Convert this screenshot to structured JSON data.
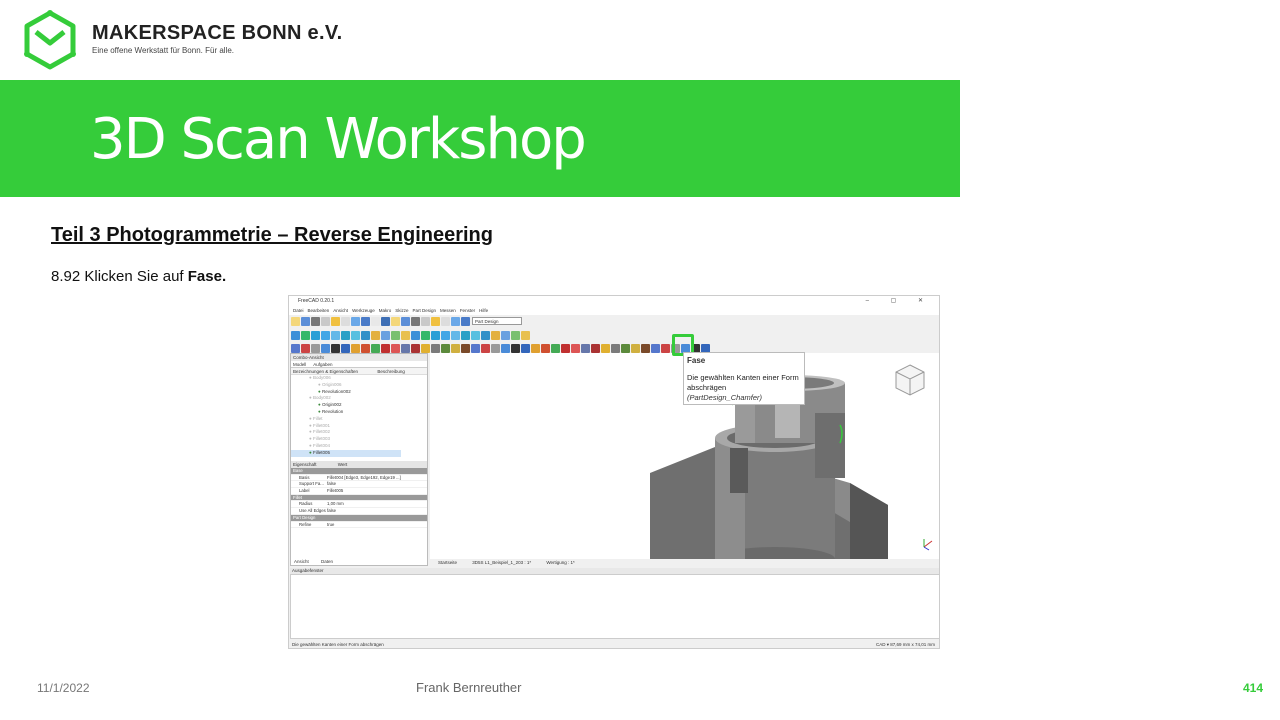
{
  "header": {
    "brand_name": "MAKERSPACE BONN e.V.",
    "brand_tagline": "Eine offene Werkstatt für Bonn. Für alle."
  },
  "banner": {
    "title": "3D Scan Workshop"
  },
  "content": {
    "subtitle": "Teil 3  Photogrammetrie  – Reverse Engineering",
    "instruction_prefix": "8.92 Klicken Sie auf ",
    "instruction_bold": "Fase."
  },
  "freecad": {
    "window_title": "FreeCAD 0.20.1",
    "window_controls": "– ▢ ✕",
    "menu": [
      "Datei",
      "Bearbeiten",
      "Ansicht",
      "Werkzeuge",
      "Makro",
      "Skizze",
      "Part Design",
      "Messen",
      "Fenster",
      "Hilfe"
    ],
    "workbench": "Part Design",
    "combo_view_title": "Combo-Ansicht",
    "combo_tabs": [
      "Modell",
      "Aufgaben"
    ],
    "tree_columns": [
      "Bezeichnungen & Eigenschaften",
      "Beschreibung"
    ],
    "tree_items": [
      {
        "label": "Body006",
        "indent": 2,
        "dim": true
      },
      {
        "label": "Origin006",
        "indent": 3,
        "dim": true
      },
      {
        "label": "Revolution002",
        "indent": 3,
        "dim": false
      },
      {
        "label": "Body002",
        "indent": 2,
        "dim": true
      },
      {
        "label": "Origin002",
        "indent": 3,
        "dim": false
      },
      {
        "label": "Revolution",
        "indent": 3,
        "dim": false
      },
      {
        "label": "Fillet",
        "indent": 2,
        "dim": true
      },
      {
        "label": "Fillet001",
        "indent": 2,
        "dim": true
      },
      {
        "label": "Fillet002",
        "indent": 2,
        "dim": true
      },
      {
        "label": "Fillet003",
        "indent": 2,
        "dim": true
      },
      {
        "label": "Fillet004",
        "indent": 2,
        "dim": true
      },
      {
        "label": "Fillet005",
        "indent": 2,
        "dim": false,
        "selected": true
      }
    ],
    "prop_columns": [
      "Eigenschaft",
      "Wert"
    ],
    "properties": [
      {
        "group": "Base"
      },
      {
        "key": "Basis",
        "value": "Fillet004 [Edge3, Edge192, Edge19 ...]"
      },
      {
        "key": "Support Fa...",
        "value": "false"
      },
      {
        "key": "Label",
        "value": "Fillet005"
      },
      {
        "group": "Fillet"
      },
      {
        "key": "Radius",
        "value": "1,00 mm"
      },
      {
        "key": "Use All Edges",
        "value": "false"
      },
      {
        "group": "Part Design"
      },
      {
        "key": "Refine",
        "value": "true"
      }
    ],
    "panel_bottom_tabs": [
      "Ansicht",
      "Daten"
    ],
    "doc_tabs": [
      "Startseite",
      "3D5S L1_Beispiel_1_203 : 1*",
      "Wertigung : 1*"
    ],
    "output_title": "Ausgabefenster",
    "status_text": "Die gewählten Kanten einer Form abschrägen",
    "status_right": "CAD ▾   87,69 mm x 74,01 mm",
    "tooltip": {
      "title": "Fase",
      "description": "Die gewählten Kanten einer Form abschrägen",
      "command": "(PartDesign_Chamfer)"
    }
  },
  "footer": {
    "date": "11/1/2022",
    "author": "Frank Bernreuther",
    "page_number": "414"
  },
  "colors": {
    "accent_green": "#35cc3a",
    "model_gray": "#7a7a7a"
  }
}
